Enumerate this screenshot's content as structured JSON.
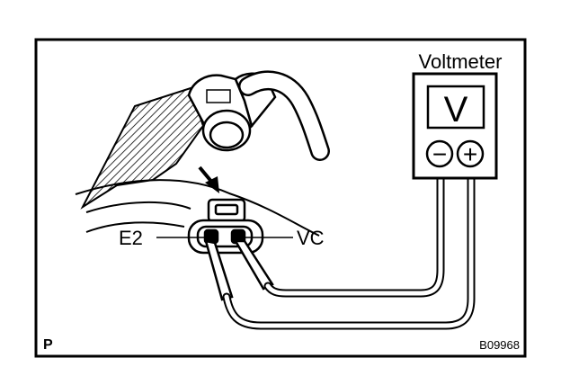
{
  "labels": {
    "meter": "Voltmeter",
    "meter_symbol": "V",
    "neg_terminal": "−",
    "pos_terminal": "+",
    "ground_pin": "E2",
    "supply_pin": "VC",
    "corner_code": "P",
    "figure_code": "B09968"
  },
  "colors": {
    "ink": "#000000",
    "paper": "#ffffff"
  }
}
